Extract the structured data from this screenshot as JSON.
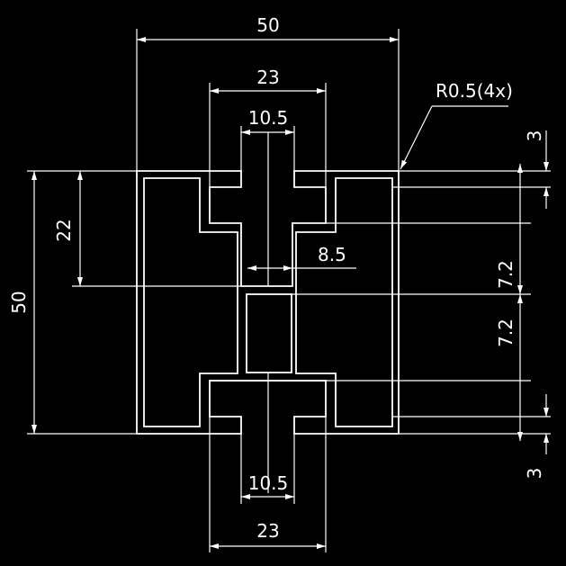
{
  "drawing": {
    "colors": {
      "background": "#000000",
      "lines": "#ffffff"
    },
    "dimensions": {
      "overall_width": "50",
      "slot_width_top": "23",
      "opening_width_top": "10.5",
      "corner_radius": "R0.5(4x)",
      "wall_top": "3",
      "height_22": "22",
      "overall_height": "50",
      "web_thickness": "8.5",
      "step_upper": "7.2",
      "step_lower": "7.2",
      "opening_width_bottom": "10.5",
      "slot_width_bottom": "23",
      "wall_bottom": "3"
    }
  }
}
